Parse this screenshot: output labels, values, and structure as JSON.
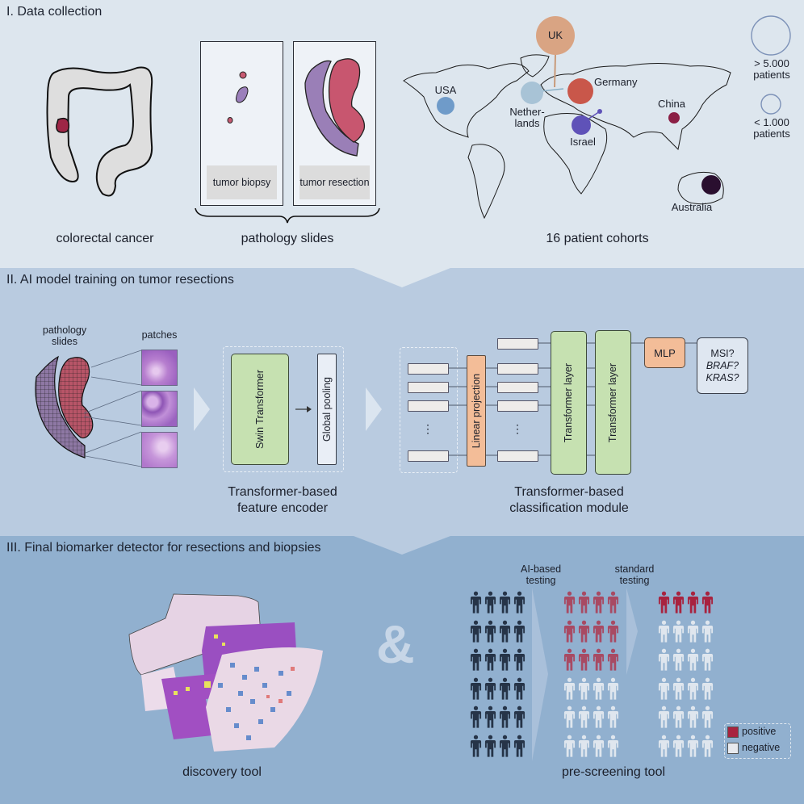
{
  "sections": [
    {
      "title": "I. Data collection"
    },
    {
      "title": "II. AI model training on tumor resections"
    },
    {
      "title": "III. Final biomarker detector for resections and biopsies"
    }
  ],
  "data_collection": {
    "colon_caption": "colorectal cancer",
    "slides_caption": "pathology slides",
    "slides": [
      {
        "label": "tumor biopsy"
      },
      {
        "label": "tumor resection"
      }
    ],
    "map_caption": "16 patient cohorts",
    "cohorts": [
      {
        "name": "UK",
        "color": "#d9a483",
        "size": "large"
      },
      {
        "name": "USA",
        "color": "#6f9bc9",
        "size": "small"
      },
      {
        "name": "Netherlands",
        "label_lines": [
          "Nether-",
          "lands"
        ],
        "color": "#a8c3d6",
        "size": "medium"
      },
      {
        "name": "Germany",
        "color": "#c9574a",
        "size": "medium"
      },
      {
        "name": "Israel",
        "color": "#5f52b8",
        "size": "small"
      },
      {
        "name": "China",
        "color": "#8b1f45",
        "size": "tiny"
      },
      {
        "name": "Australia",
        "color": "#2a0f2f",
        "size": "small"
      }
    ],
    "legend": [
      {
        "label_lines": [
          "> 5.000",
          "patients"
        ]
      },
      {
        "label_lines": [
          "< 1.000",
          "patients"
        ]
      }
    ]
  },
  "training": {
    "slides_label": "pathology slides",
    "patches_label": "patches",
    "encoder": {
      "swin": "Swin Transformer",
      "pooling": "Global pooling",
      "caption_lines": [
        "Transformer-based",
        "feature encoder"
      ]
    },
    "classifier": {
      "linear": "Linear projection",
      "layer1": "Transformer layer",
      "layer2": "Transformer layer",
      "mlp": "MLP",
      "outputs": [
        "MSI?",
        "BRAF?",
        "KRAS?"
      ],
      "ellipsis": "⋮",
      "caption_lines": [
        "Transformer-based",
        "classification module"
      ]
    }
  },
  "detector": {
    "discovery_caption": "discovery tool",
    "ampersand": "&",
    "prescreen_caption": "pre-screening tool",
    "stage_labels": [
      {
        "lines": [
          "AI-based",
          "testing"
        ]
      },
      {
        "lines": [
          "standard",
          "testing"
        ]
      }
    ],
    "groups": [
      {
        "name": "all-patients",
        "rows": 6,
        "cols": 4,
        "positive_rows": 0,
        "color": "#263448"
      },
      {
        "name": "ai-testing",
        "rows": 6,
        "cols": 4,
        "positive_rows": 3,
        "color": "#a84a63"
      },
      {
        "name": "standard-testing",
        "rows": 6,
        "cols": 4,
        "positive_rows": 1,
        "color": "#a8233f"
      }
    ],
    "legend": [
      {
        "label": "positive",
        "color": "#a8233f"
      },
      {
        "label": "negative",
        "color": "#e7e9ee"
      }
    ]
  },
  "colors": {
    "section1_bg": "#dde6ee",
    "section2_bg": "#b9cbe0",
    "section3_bg": "#91b0cf",
    "transformer_green": "#c6e1b1",
    "projection_orange": "#f3bd98",
    "negative_person": "#dfe6ee"
  }
}
